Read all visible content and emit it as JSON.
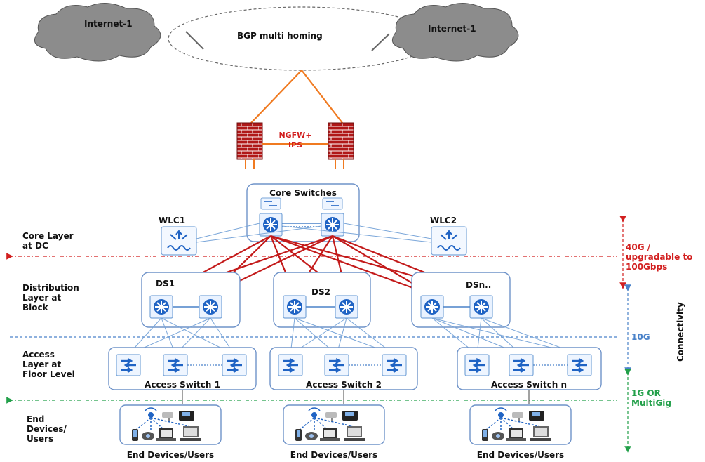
{
  "internet": {
    "left": "Internet-1",
    "right": "Internet-1",
    "bgp": "BGP multi homing"
  },
  "firewall": {
    "line1": "NGFW+",
    "line2": "IPS"
  },
  "core": {
    "title": "Core Switches",
    "wlc1": "WLC1",
    "wlc2": "WLC2"
  },
  "layers": {
    "core": [
      "Core Layer",
      "at DC"
    ],
    "distribution": [
      "Distribution",
      "Layer at",
      "Block"
    ],
    "access": [
      "Access",
      "Layer at",
      "Floor Level"
    ],
    "end": [
      "End",
      "Devices/",
      "Users"
    ]
  },
  "distribution": {
    "ds1": "DS1",
    "ds2": "DS2",
    "dsn": "DSn.."
  },
  "access": {
    "a1": "Access Switch 1",
    "a2": "Access Switch 2",
    "an": "Access Switch n"
  },
  "end": {
    "e1": "End Devices/Users",
    "e2": "End Devices/Users",
    "e3": "End Devices/Users"
  },
  "speeds": {
    "core_line1": "40G /",
    "core_line2": "upgradable to",
    "core_line3": "100Gbps",
    "access": "10G",
    "end_line1": "1G OR",
    "end_line2": "MultiGig",
    "axis": "Connectivity"
  },
  "colors": {
    "red": "#d21f1f",
    "blue": "#4a82c9",
    "green": "#23a04a",
    "orange": "#f07a20"
  }
}
